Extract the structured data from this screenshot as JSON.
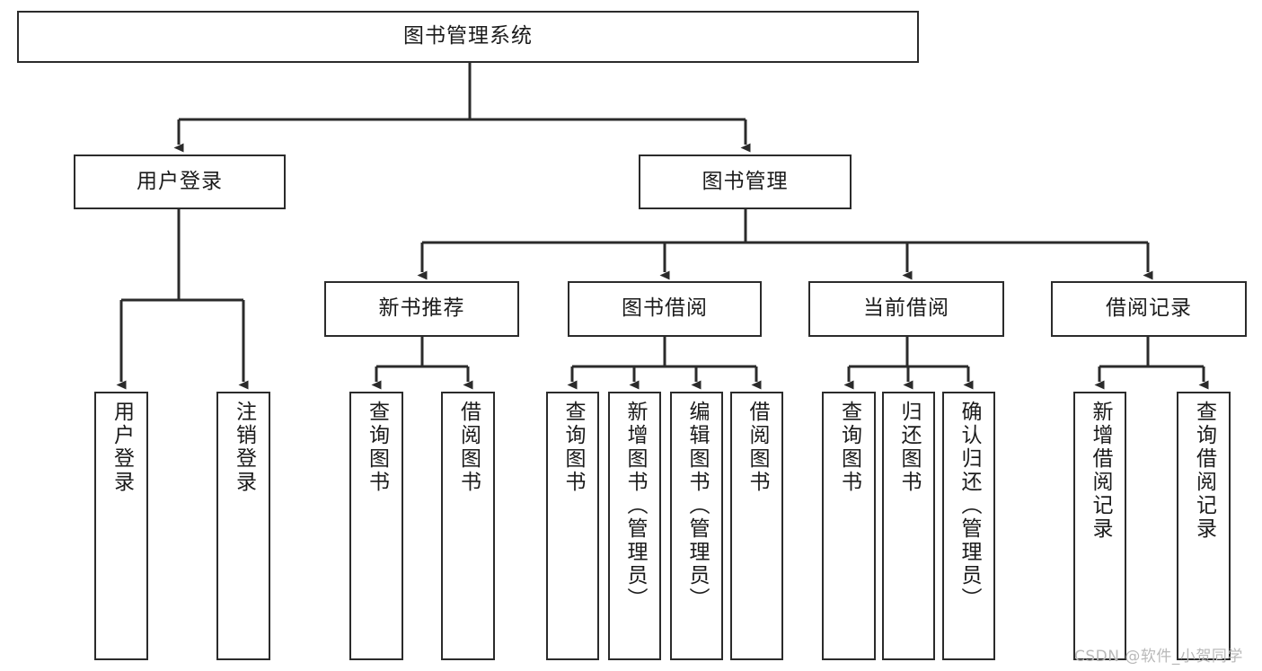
{
  "diagram": {
    "title": "图书管理系统",
    "type": "tree",
    "root": {
      "label": "图书管理系统"
    },
    "level1": [
      {
        "label": "用户登录"
      },
      {
        "label": "图书管理"
      }
    ],
    "level2": [
      {
        "label": "新书推荐"
      },
      {
        "label": "图书借阅"
      },
      {
        "label": "当前借阅"
      },
      {
        "label": "借阅记录"
      }
    ],
    "leaves": {
      "user_login": [
        {
          "label": "用户登录"
        },
        {
          "label": "注销登录"
        }
      ],
      "new_book_recommend": [
        {
          "label": "查询图书"
        },
        {
          "label": "借阅图书"
        }
      ],
      "book_borrow": [
        {
          "label": "查询图书"
        },
        {
          "label": "新增图书（管理员）"
        },
        {
          "label": "编辑图书（管理员）"
        },
        {
          "label": "借阅图书"
        }
      ],
      "current_borrow": [
        {
          "label": "查询图书"
        },
        {
          "label": "归还图书"
        },
        {
          "label": "确认归还（管理员）"
        }
      ],
      "borrow_record": [
        {
          "label": "新增借阅记录"
        },
        {
          "label": "查询借阅记录"
        }
      ]
    }
  },
  "watermark": {
    "text": "CSDN @软件_小贺同学"
  },
  "colors": {
    "background": "#ffffff",
    "stroke": "#2b2b2b",
    "text": "#1b1b1b",
    "watermark": "#b9b9b9"
  }
}
